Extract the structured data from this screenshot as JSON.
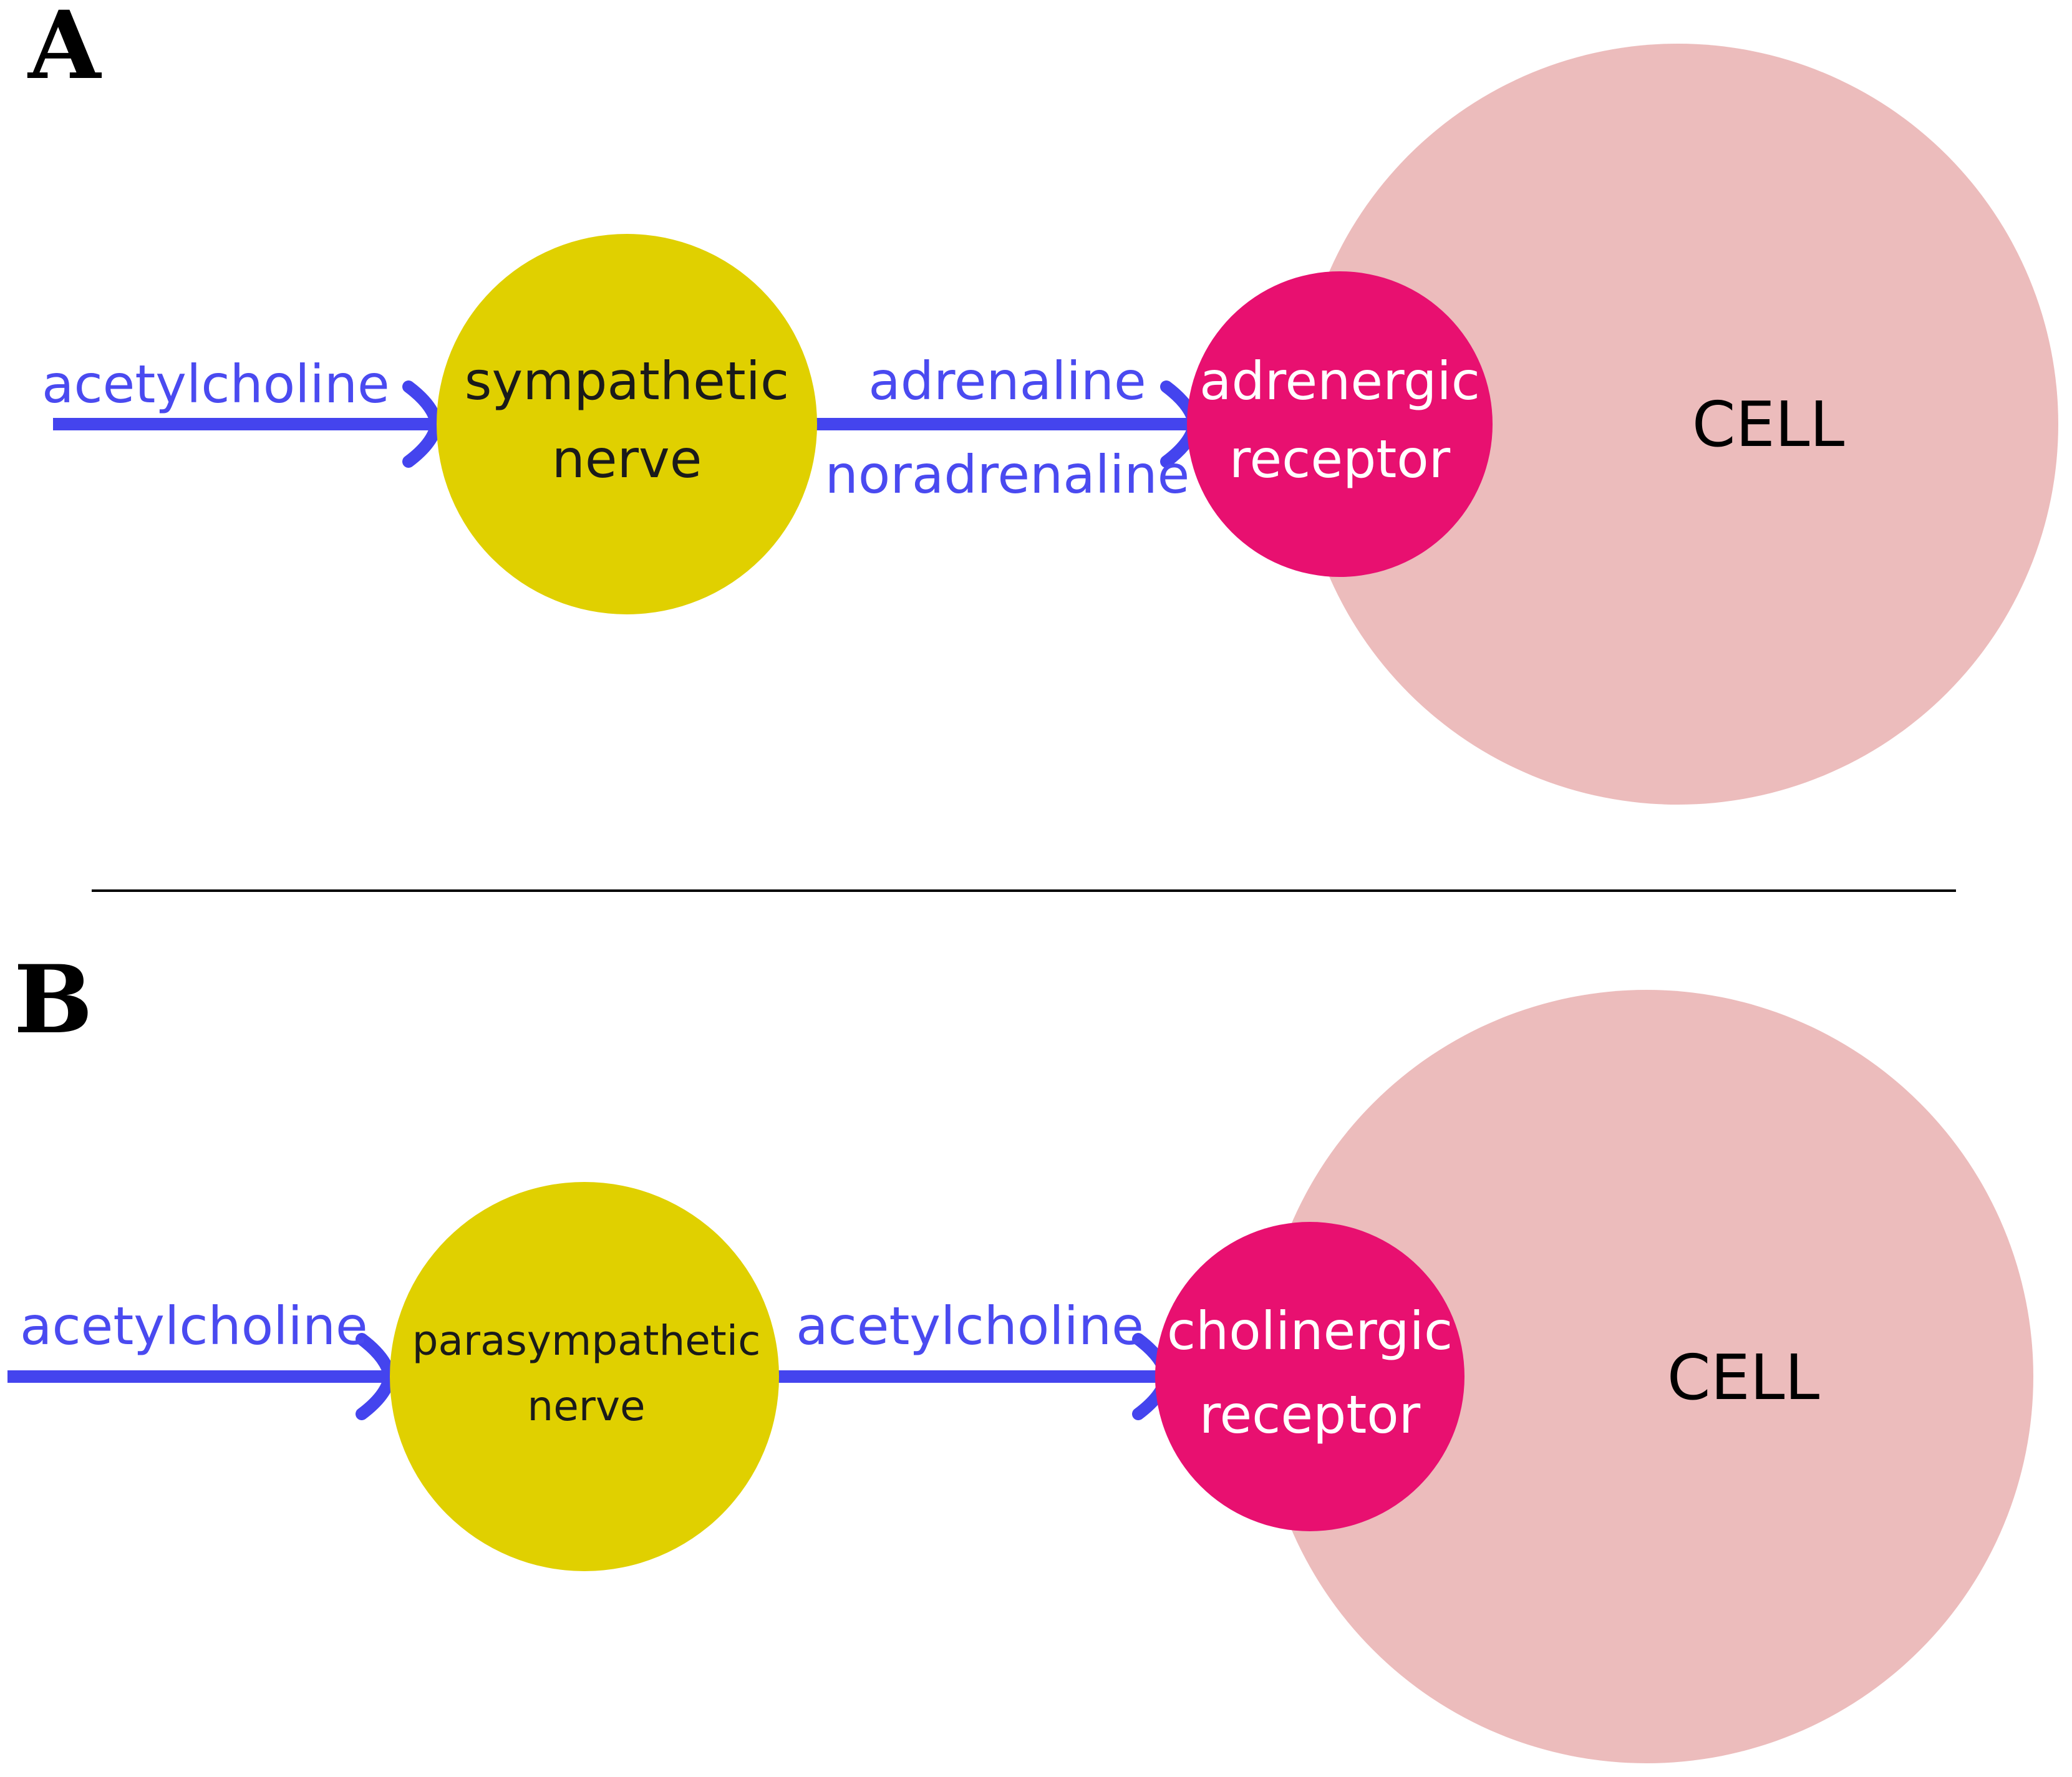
{
  "colors": {
    "arrow": "#4444ee",
    "arrow_label": "#4a4af0",
    "nerve": "#e0d000",
    "receptor": "#e81070",
    "cell": "#ecbcbc",
    "divider": "#000000"
  },
  "panels": {
    "a": {
      "letter": "A",
      "input_label": "acetylcholine",
      "nerve_line1": "sympathetic",
      "nerve_line2": "nerve",
      "transmitter_top": "adrenaline",
      "transmitter_bottom": "noradrenaline",
      "receptor_line1": "adrenergic",
      "receptor_line2": "receptor",
      "cell_label": "CELL"
    },
    "b": {
      "letter": "B",
      "input_label": "acetylcholine",
      "nerve_line1": "parasympathetic",
      "nerve_line2": "nerve",
      "transmitter_top": "acetylcholine",
      "receptor_line1": "cholinergic",
      "receptor_line2": "receptor",
      "cell_label": "CELL"
    }
  }
}
